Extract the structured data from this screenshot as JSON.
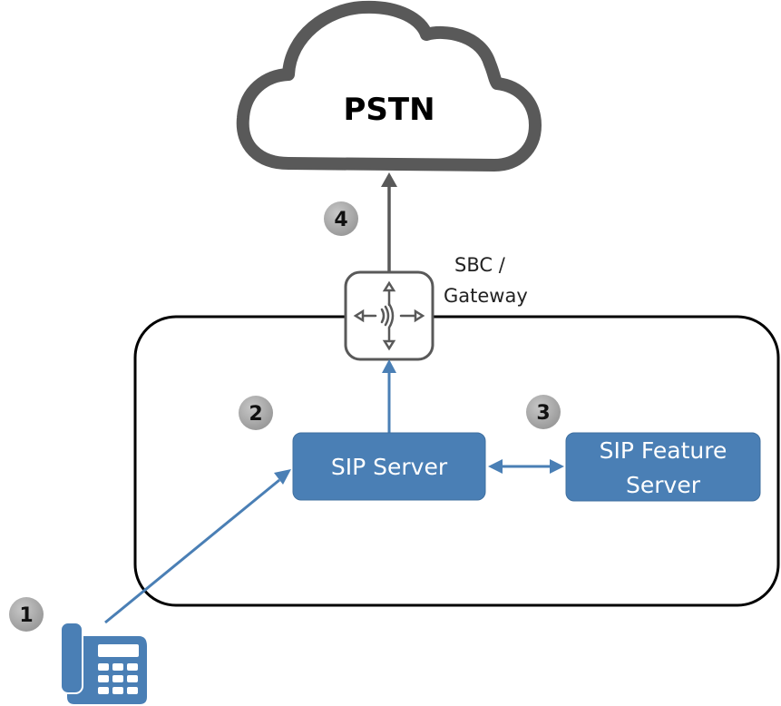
{
  "diagram": {
    "cloud": {
      "label": "PSTN",
      "icon": "cloud-icon"
    },
    "gateway": {
      "label_line1": "SBC /",
      "label_line2": "Gateway",
      "icon": "router-arrows-icon"
    },
    "sip_server": {
      "label": "SIP Server"
    },
    "sip_feature_server": {
      "label_line1": "SIP Feature",
      "label_line2": "Server"
    },
    "phone": {
      "icon": "desk-phone-icon"
    },
    "steps": [
      {
        "number": "1"
      },
      {
        "number": "2"
      },
      {
        "number": "3"
      },
      {
        "number": "4"
      }
    ],
    "colors": {
      "node_blue": "#4a7fb5",
      "connector_blue": "#4a7fb5",
      "cloud_gray": "#595959",
      "badge_gray": "#a6a6a6",
      "boundary_black": "#000000"
    }
  }
}
